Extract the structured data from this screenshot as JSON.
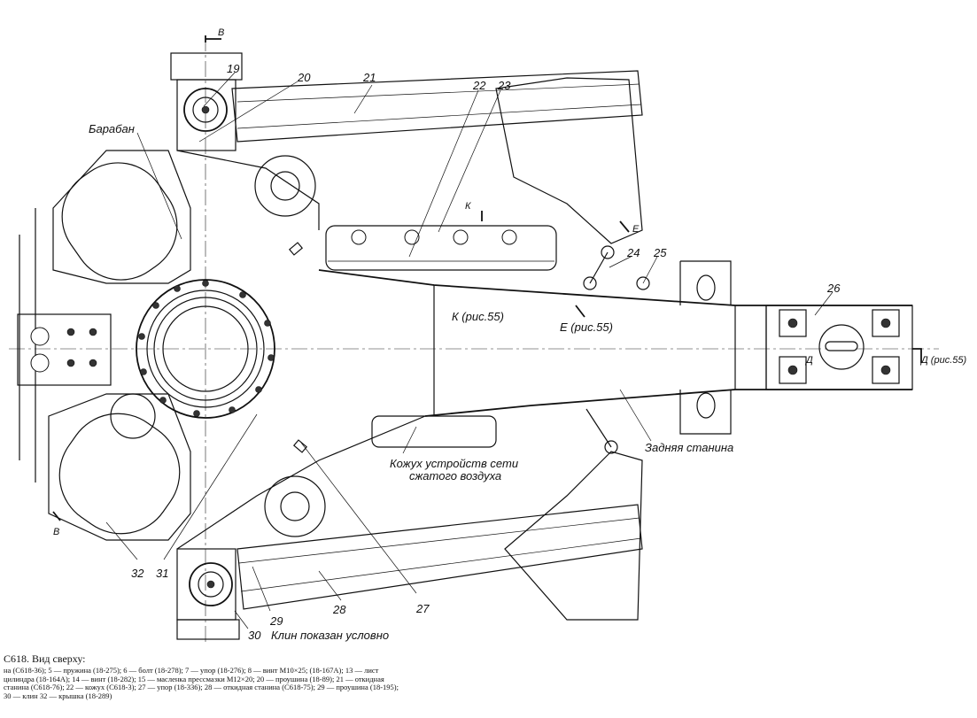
{
  "labels": {
    "n19": "19",
    "n20": "20",
    "n21": "21",
    "n22": "22",
    "n23": "23",
    "n24": "24",
    "n25": "25",
    "n26": "26",
    "n27": "27",
    "n28": "28",
    "n29": "29",
    "n30": "30",
    "n31": "31",
    "n32": "32",
    "baraban": "Барабан",
    "section_b_top": "В",
    "section_b_bottom": "В",
    "section_k": "К",
    "section_e": "Е",
    "section_d": "Д",
    "k_ref": "К (рис.55)",
    "e_ref": "Е (рис.55)",
    "d_ref": "Д (рис.55)",
    "rear_frame": "Задняя станина",
    "casing_line1": "Кожух устройств сети",
    "casing_line2": "сжатого воздуха",
    "wedge_note": "Клин показан условно"
  },
  "caption": {
    "title": "С618. Вид сверху:",
    "text": "на (С618-36); 5 — пружина (18-275); 6 — болт (18-278); 7 — упор (18-276); 8 — винт М10×25; (18-167А); 13 — лист цилиндра (18-164А); 14 — винт (18-282); 15 — масленка прессмазки М12×20; 20 — проушина (18-89); 21 — откидная станина (С618-76); 22 — кожух (С618-3); 27 — упор (18-336); 28 — откидная станина (С618-75); 29 — проушина (18-195); 30 — клин 32 — крышка (18-289)"
  }
}
